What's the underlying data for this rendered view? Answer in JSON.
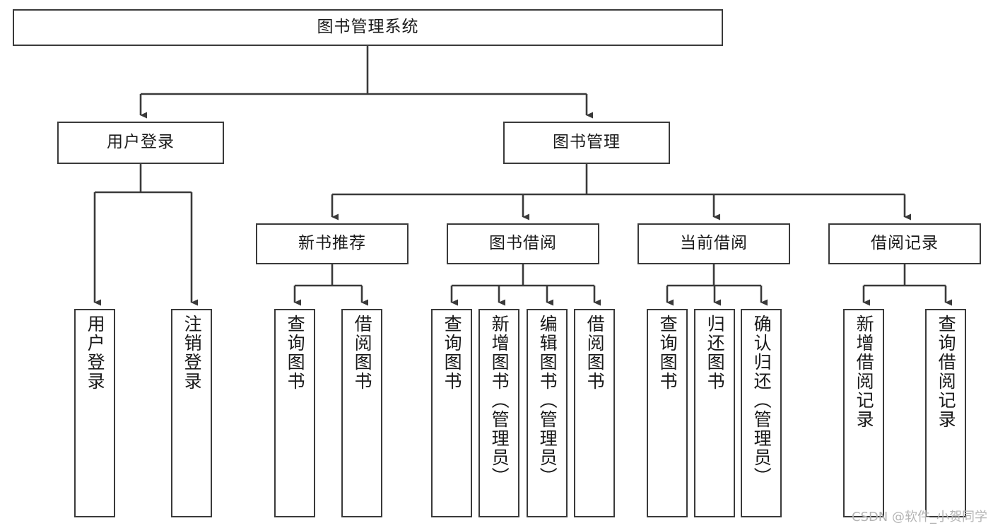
{
  "diagram": {
    "title": "图书管理系统",
    "type": "tree",
    "root": {
      "id": "root",
      "label": "图书管理系统"
    },
    "level2": [
      {
        "id": "user-login",
        "label": "用户登录"
      },
      {
        "id": "book-manage",
        "label": "图书管理"
      }
    ],
    "level3": [
      {
        "id": "new-book-rec",
        "label": "新书推荐"
      },
      {
        "id": "book-borrow",
        "label": "图书借阅"
      },
      {
        "id": "current-borrow",
        "label": "当前借阅"
      },
      {
        "id": "borrow-record",
        "label": "借阅记录"
      }
    ],
    "leaves": {
      "user_login": [
        {
          "id": "leaf-user-login",
          "label": "用户登录"
        },
        {
          "id": "leaf-user-logout",
          "label": "注销登录"
        }
      ],
      "new_book_rec": [
        {
          "id": "leaf-query-book-1",
          "label": "查询图书"
        },
        {
          "id": "leaf-borrow-book-1",
          "label": "借阅图书"
        }
      ],
      "book_borrow": [
        {
          "id": "leaf-query-book-2",
          "label": "查询图书"
        },
        {
          "id": "leaf-add-book",
          "label": "新增图书（管理员）"
        },
        {
          "id": "leaf-edit-book",
          "label": "编辑图书（管理员）"
        },
        {
          "id": "leaf-borrow-book-2",
          "label": "借阅图书"
        }
      ],
      "current_borrow": [
        {
          "id": "leaf-query-book-3",
          "label": "查询图书"
        },
        {
          "id": "leaf-return-book",
          "label": "归还图书"
        },
        {
          "id": "leaf-confirm-return",
          "label": "确认归还（管理员）"
        }
      ],
      "borrow_record": [
        {
          "id": "leaf-add-record",
          "label": "新增借阅记录"
        },
        {
          "id": "leaf-query-record",
          "label": "查询借阅记录"
        }
      ]
    },
    "colors": {
      "border": "#3a3a3a",
      "edge": "#3a3a3a",
      "text": "#1a1a1a",
      "background": "#ffffff",
      "watermark": "#b4b4b4"
    }
  },
  "watermark": {
    "text": "CSDN @软件_小贺同学"
  }
}
